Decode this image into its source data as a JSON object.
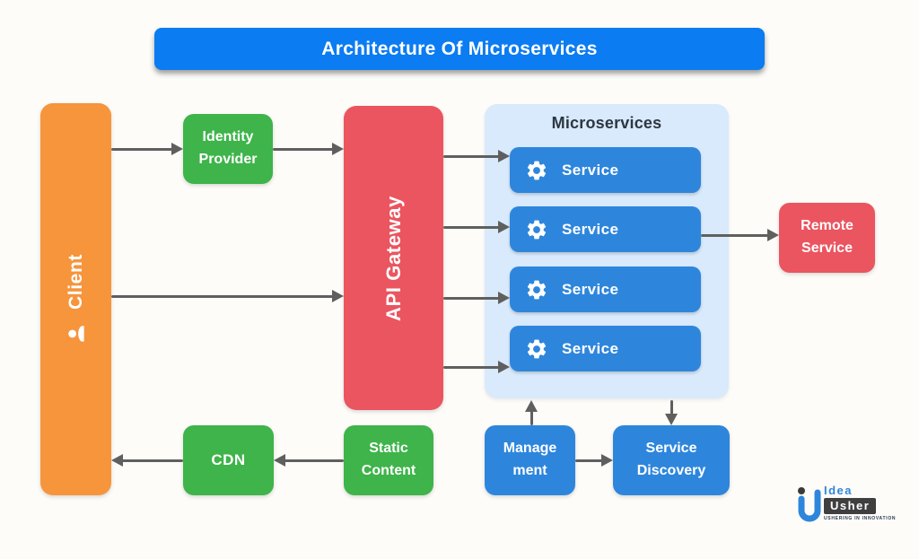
{
  "title": "Architecture Of Microservices",
  "nodes": {
    "client": {
      "label": "Client"
    },
    "identity_provider": {
      "lines": [
        "Identity",
        "Provider"
      ]
    },
    "api_gateway": {
      "label": "API Gateway"
    },
    "microservices_panel": {
      "heading": "Microservices"
    },
    "services": [
      "Service",
      "Service",
      "Service",
      "Service"
    ],
    "remote_service": {
      "lines": [
        "Remote",
        "Service"
      ]
    },
    "cdn": {
      "label": "CDN"
    },
    "static_content": {
      "lines": [
        "Static",
        "Content"
      ]
    },
    "management": {
      "lines": [
        "Manage",
        "ment"
      ]
    },
    "service_discovery": {
      "lines": [
        "Service",
        "Discovery"
      ]
    }
  },
  "edges": [
    {
      "from": "client",
      "to": "identity_provider"
    },
    {
      "from": "identity_provider",
      "to": "api_gateway"
    },
    {
      "from": "client",
      "to": "api_gateway"
    },
    {
      "from": "api_gateway",
      "to": "service_1"
    },
    {
      "from": "api_gateway",
      "to": "service_2"
    },
    {
      "from": "api_gateway",
      "to": "service_3"
    },
    {
      "from": "api_gateway",
      "to": "service_4"
    },
    {
      "from": "service_2",
      "to": "remote_service"
    },
    {
      "from": "management",
      "to": "microservices_panel"
    },
    {
      "from": "microservices_panel",
      "to": "service_discovery"
    },
    {
      "from": "management",
      "to": "service_discovery"
    },
    {
      "from": "static_content",
      "to": "cdn"
    },
    {
      "from": "cdn",
      "to": "client"
    }
  ],
  "colors": {
    "title_bg": "#0b7cf1",
    "service_blue": "#2e86dc",
    "panel_bg": "#d8eafc",
    "green": "#3eb44a",
    "orange": "#f6953c",
    "red": "#ea5560",
    "arrow_gray": "#5f5f5f",
    "heading_text": "#2e3642",
    "canvas_bg": "#fdfcf8"
  },
  "logo": {
    "idea": "Idea",
    "usher": "Usher",
    "tagline": "USHERING IN INNOVATION"
  }
}
